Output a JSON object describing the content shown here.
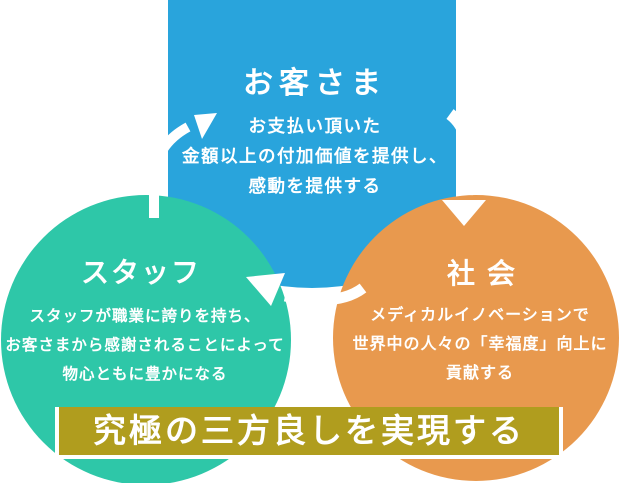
{
  "diagram": {
    "title_meaning": "three-way-good cycle diagram",
    "customer": {
      "title": "お客さま",
      "lines": [
        "お支払い頂いた",
        "金額以上の付加価値を提供し、",
        "感動を提供する"
      ],
      "color": "#29A4DC"
    },
    "staff": {
      "title": "スタッフ",
      "lines": [
        "スタッフが職業に誇りを持ち、",
        "お客さまから感謝されることによって",
        "物心ともに豊かになる"
      ],
      "color": "#2EC7A8"
    },
    "society": {
      "title": "社会",
      "lines": [
        "メディカルイノベーションで",
        "世界中の人々の「幸福度」向上に",
        "貢献する"
      ],
      "color": "#E8994E"
    },
    "banner": {
      "text": "究極の三方良しを実現する",
      "bg_color": "#B09D1E",
      "border_color": "#FFFFFF",
      "text_color": "#FFFFFF"
    },
    "arrows": {
      "color": "#FFFFFF",
      "items": [
        {
          "name": "staff-to-customer"
        },
        {
          "name": "customer-to-society"
        },
        {
          "name": "society-to-staff"
        }
      ]
    }
  }
}
